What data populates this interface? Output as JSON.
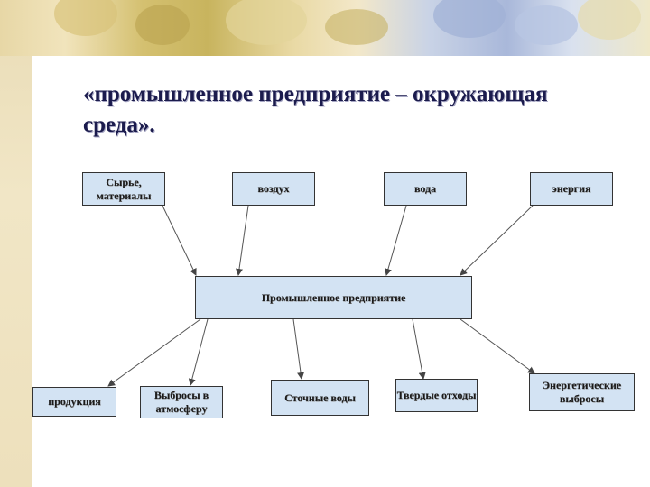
{
  "slide": {
    "title": "«промышленное предприятие – окружающая среда»."
  },
  "nodes": {
    "raw": "Сырье, материалы",
    "air": "воздух",
    "water": "вода",
    "energy": "энергия",
    "enterprise": "Промышленное предприятие",
    "products": "продукция",
    "emissions": "Выбросы в атмосферу",
    "wastewater": "Сточные воды",
    "solid": "Твердые отходы",
    "energy_emissions": "Энергетические выбросы"
  },
  "colors": {
    "node_fill": "#d3e3f3",
    "node_border": "#333333",
    "title": "#1b1b4d"
  }
}
